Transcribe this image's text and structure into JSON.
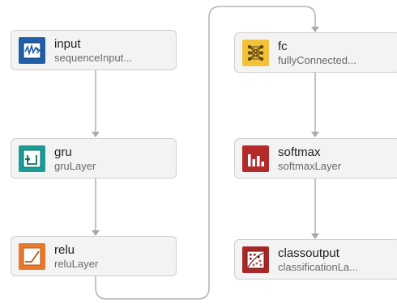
{
  "nodes": [
    {
      "id": "input",
      "name": "input",
      "type": "sequenceInput...",
      "icon": "sequence-input-icon",
      "color": "#1f5fa8"
    },
    {
      "id": "gru",
      "name": "gru",
      "type": "gruLayer",
      "icon": "gru-icon",
      "color": "#1a9c94"
    },
    {
      "id": "relu",
      "name": "relu",
      "type": "reluLayer",
      "icon": "relu-icon",
      "color": "#e8792b"
    },
    {
      "id": "fc",
      "name": "fc",
      "type": "fullyConnected...",
      "icon": "fully-connected-icon",
      "color": "#f2c23a"
    },
    {
      "id": "softmax",
      "name": "softmax",
      "type": "softmaxLayer",
      "icon": "softmax-icon",
      "color": "#b42a2a"
    },
    {
      "id": "classoutput",
      "name": "classoutput",
      "type": "classificationLa...",
      "icon": "classification-output-icon",
      "color": "#a82828"
    }
  ],
  "edges": [
    [
      "input",
      "gru"
    ],
    [
      "gru",
      "relu"
    ],
    [
      "relu",
      "fc"
    ],
    [
      "fc",
      "softmax"
    ],
    [
      "softmax",
      "classoutput"
    ]
  ]
}
